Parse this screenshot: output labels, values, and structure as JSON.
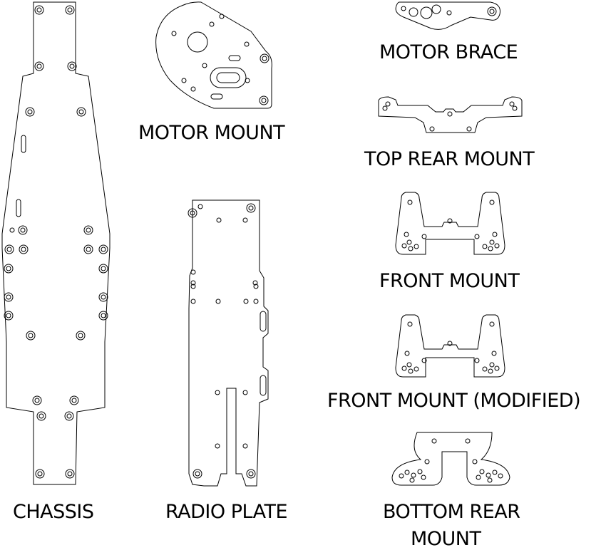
{
  "labels": {
    "chassis": "CHASSIS",
    "motor_mount": "MOTOR MOUNT",
    "radio_plate": "RADIO PLATE",
    "motor_brace": "MOTOR BRACE",
    "top_rear_mount": "TOP REAR MOUNT",
    "front_mount": "FRONT MOUNT",
    "front_mount_modified": "FRONT MOUNT (MODIFIED)",
    "bottom_rear_mount_line1": "BOTTOM REAR",
    "bottom_rear_mount_line2": "MOUNT"
  },
  "colors": {
    "line": "#000000",
    "background": "#ffffff"
  }
}
